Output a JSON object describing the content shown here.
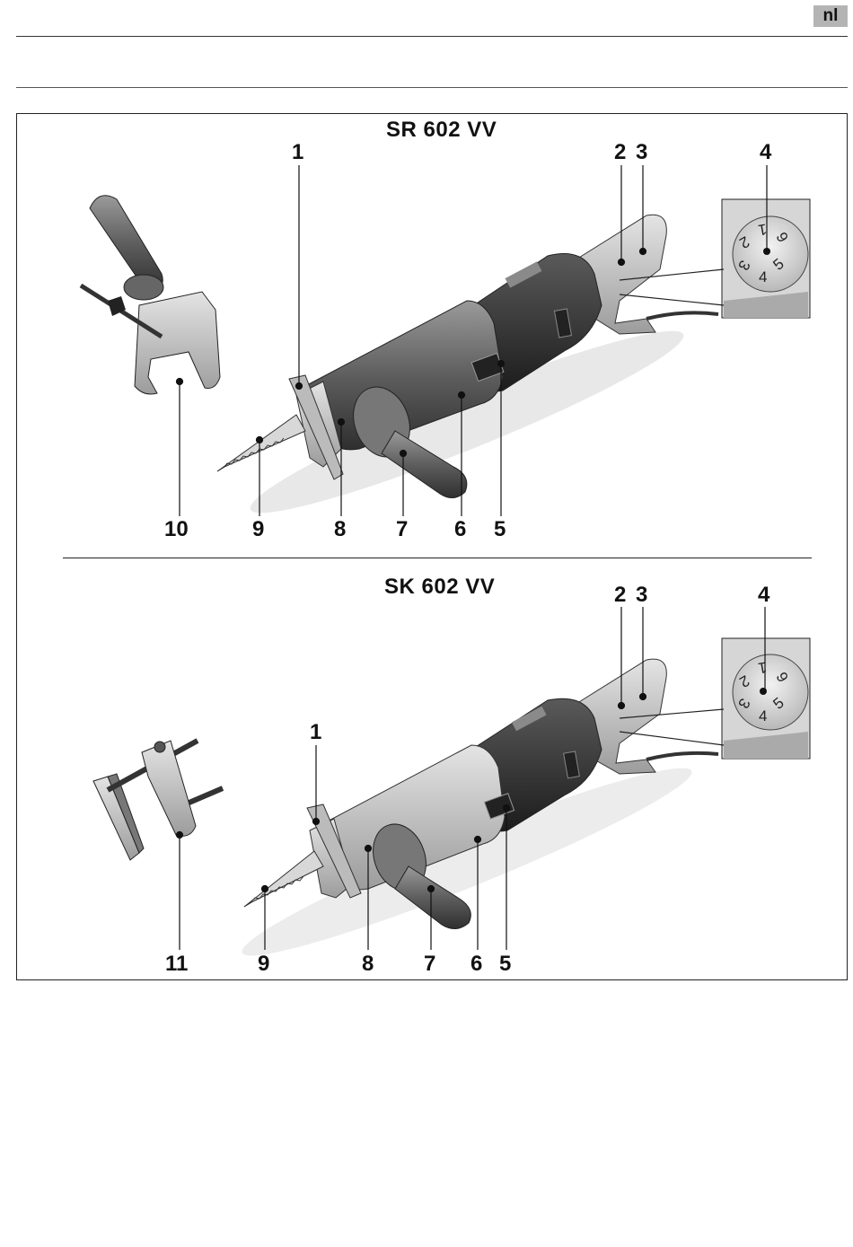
{
  "header": {
    "language": "nl"
  },
  "figure_top": {
    "title": "SR 602 VV",
    "dial_digits": [
      "1",
      "2",
      "3",
      "4",
      "5",
      "6"
    ],
    "callouts": {
      "c1": "1",
      "c2": "2",
      "c3": "3",
      "c4": "4",
      "c5": "5",
      "c6": "6",
      "c7": "7",
      "c8": "8",
      "c9": "9",
      "c10": "10"
    }
  },
  "figure_bottom": {
    "title": "SK 602 VV",
    "dial_digits": [
      "1",
      "2",
      "3",
      "4",
      "5",
      "6"
    ],
    "callouts": {
      "c1": "1",
      "c2": "2",
      "c3": "3",
      "c4": "4",
      "c5": "5",
      "c6": "6",
      "c7": "7",
      "c8": "8",
      "c9": "9",
      "c11": "11"
    }
  }
}
